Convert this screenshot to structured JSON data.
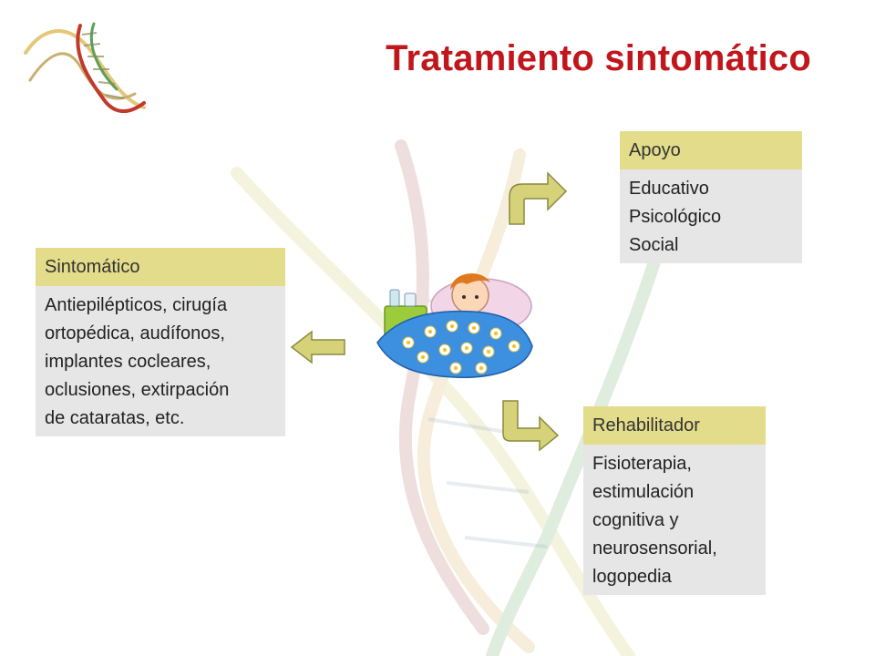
{
  "title": "Tratamiento sintomático",
  "colors": {
    "title": "#c0161c",
    "header_fill": "#e3dc8a",
    "body_fill": "#e6e6e6",
    "arrow_fill": "#d6d27a",
    "arrow_stroke": "#8a8a40"
  },
  "icons": {
    "logo": "dna-helix-icon",
    "center": "sick-child-in-bed-illustration"
  },
  "boxes": {
    "apoyo": {
      "header": "Apoyo",
      "lines": [
        "Educativo",
        "Psicológico",
        "Social"
      ]
    },
    "sintomatico": {
      "header": "Sintomático",
      "lines": [
        "Antiepilépticos, cirugía",
        "ortopédica, audífonos,",
        "implantes cocleares,",
        "oclusiones, extirpación",
        "de cataratas, etc."
      ]
    },
    "rehabilitador": {
      "header": "Rehabilitador",
      "lines": [
        "Fisioterapia,",
        "estimulación",
        "cognitiva y",
        "neurosensorial,",
        "logopedia"
      ]
    }
  }
}
